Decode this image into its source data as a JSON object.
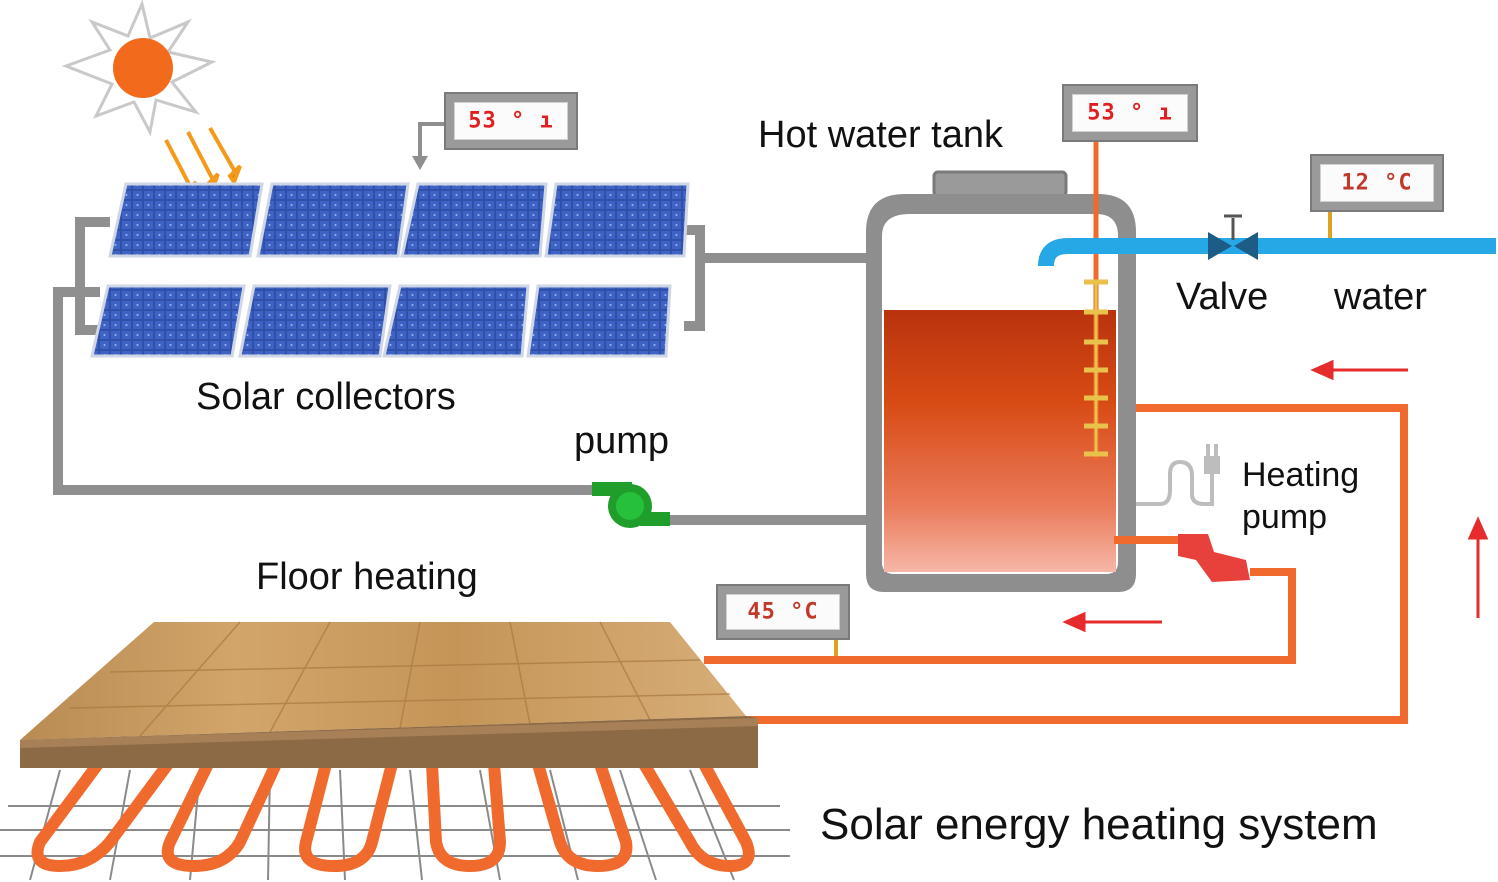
{
  "title": "Solar energy heating system",
  "labels": {
    "solar_collectors": "Solar collectors",
    "pump": "pump",
    "hot_water_tank": "Hot water tank",
    "valve": "Valve",
    "water": "water",
    "heating_pump_line1": "Heating",
    "heating_pump_line2": "pump",
    "floor_heating": "Floor heating"
  },
  "gauges": {
    "collector": "53 ° ı",
    "tank": "53 ° ı",
    "inlet": "12 °C",
    "floor": "45 °C"
  },
  "colors": {
    "pipe_gray": "#8f8f8f",
    "pipe_blue": "#27a8e6",
    "pipe_orange": "#ef6a2c",
    "pump_green": "#1f9e2c",
    "arrow_red": "#e52b2b",
    "sun": "#f26b1d"
  }
}
